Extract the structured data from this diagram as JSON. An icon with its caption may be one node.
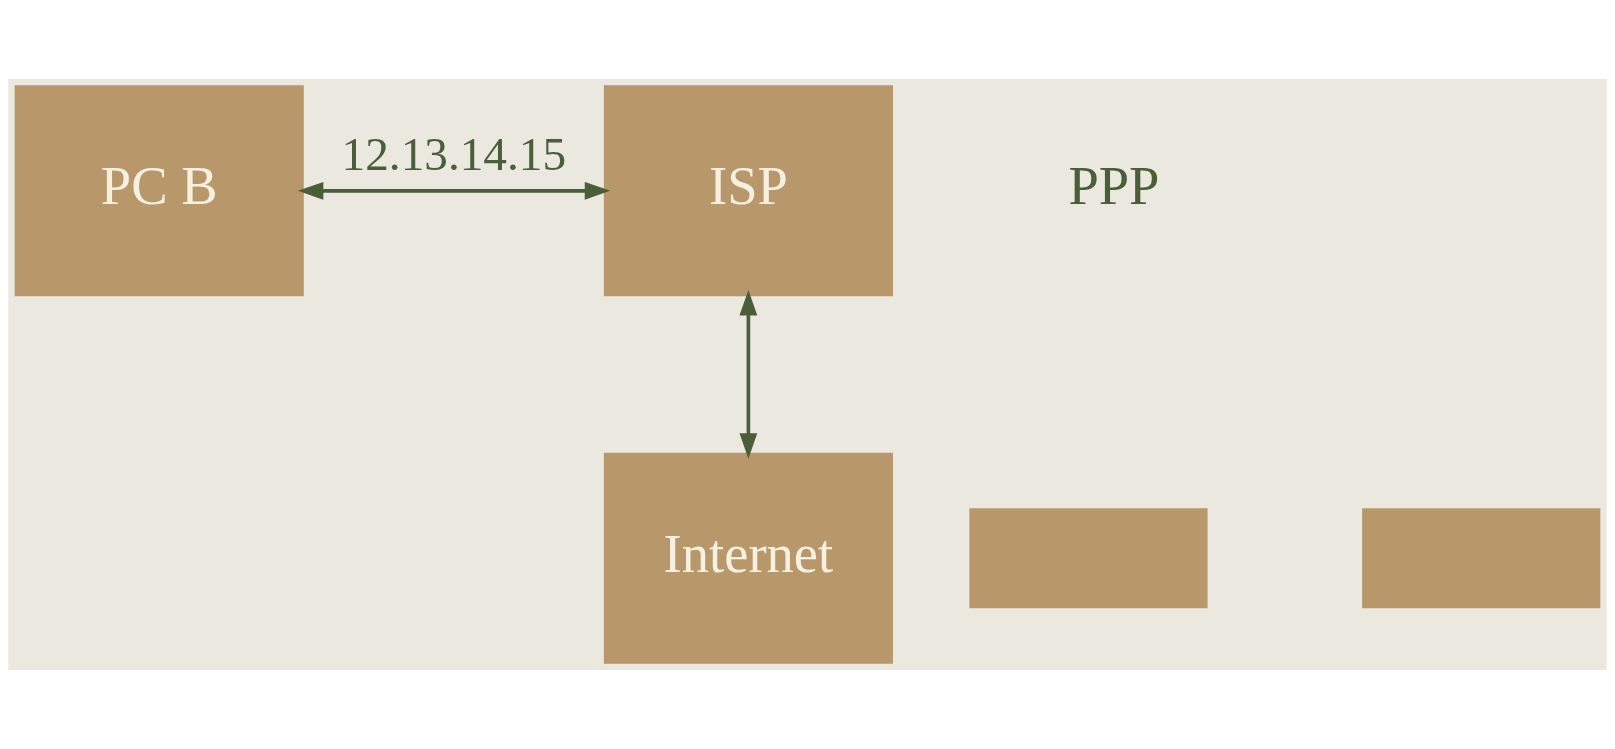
{
  "diagram": {
    "nodes": [
      {
        "text": [
          "Internet"
        ]
      },
      {
        "text": [],
        "shape": "box"
      },
      {
        "text": [],
        "shape": "box"
      },
      {
        "text": [
          "PC B"
        ]
      },
      {
        "text": [
          "ISP"
        ]
      }
    ],
    "edges": [
      {
        "from": 4,
        "to": 0,
        "arrow": "both"
      },
      {
        "from": 3,
        "to": 4,
        "arrow": "both",
        "label": "12.13.14.15"
      }
    ],
    "labels": [
      "PPP"
    ]
  }
}
